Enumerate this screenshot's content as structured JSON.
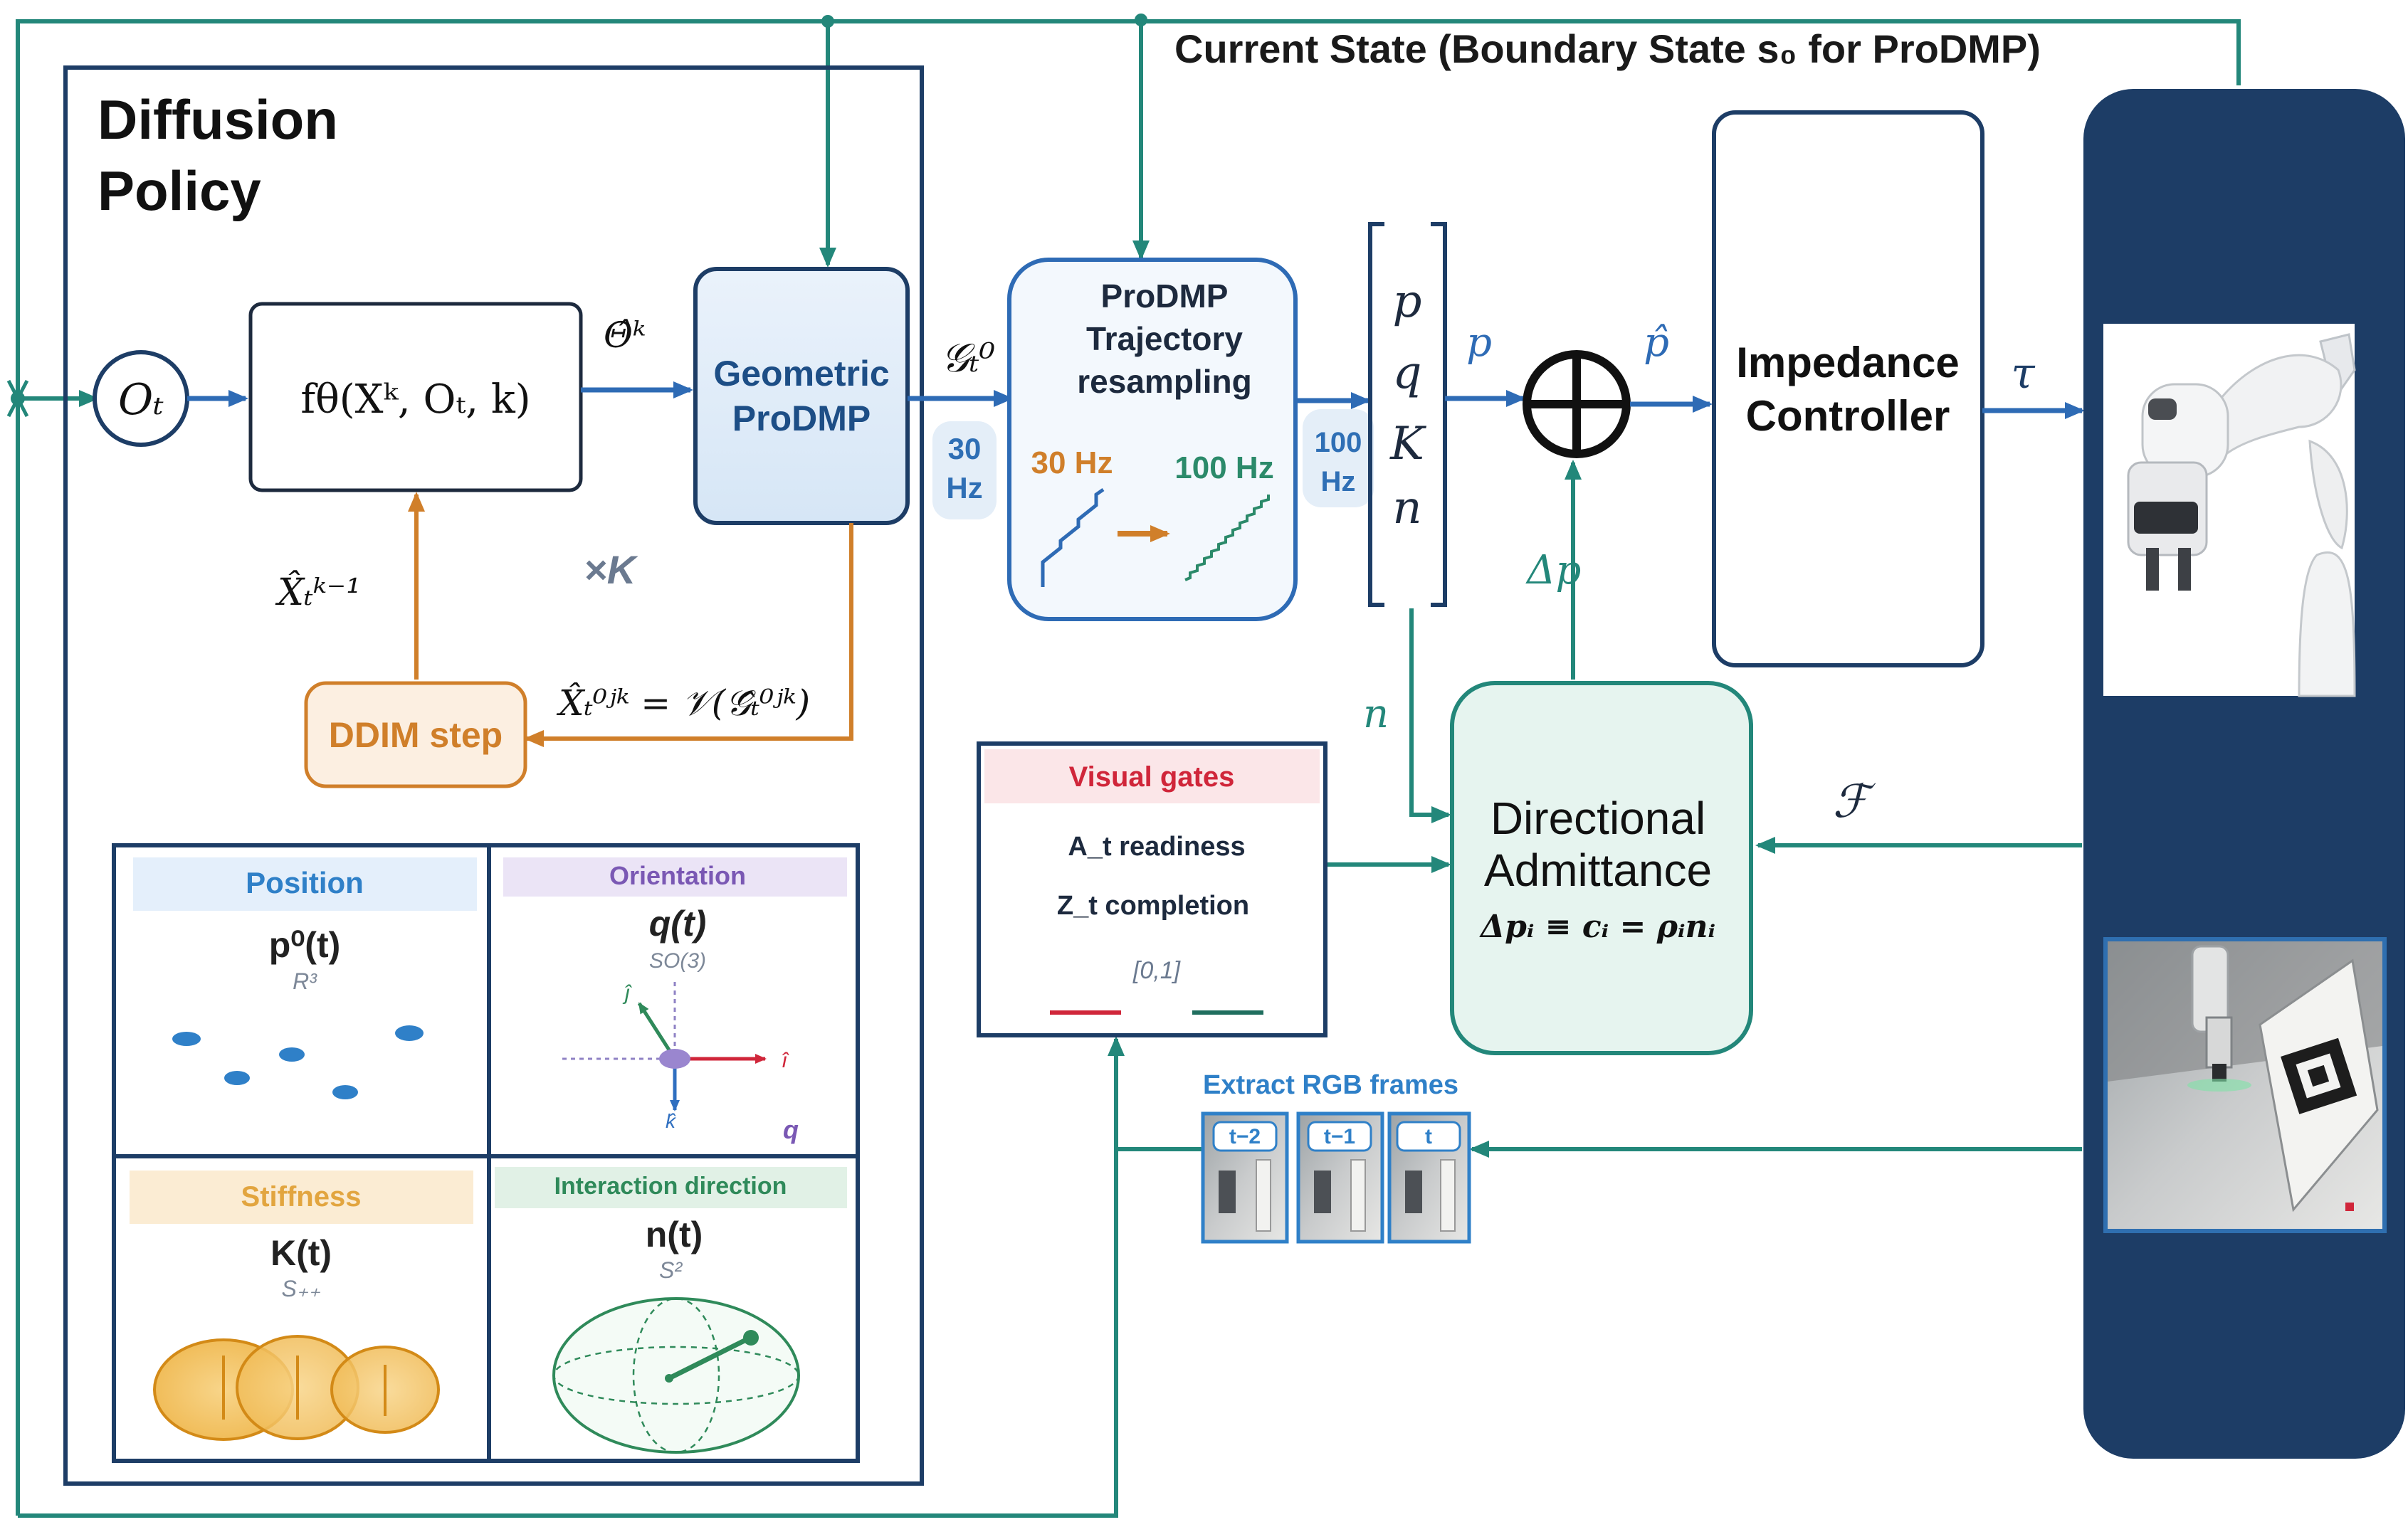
{
  "colors": {
    "teal": "#23877a",
    "blue": "#2e6bb5",
    "orange": "#d07f2a",
    "navy": "#1d3d66",
    "dark": "#1d2a3e",
    "red": "#d0263a",
    "pos_blue": "#2f80c8",
    "ori_purple": "#7a58b4",
    "stiff_orange": "#e2a53f",
    "inter_green": "#2f8a5a"
  },
  "title": "Current State (Boundary State s₀ for ProDMP)",
  "diffusion": {
    "heading_line1": "Diffusion",
    "heading_line2": "Policy",
    "obs": "Oₜ",
    "network": "fθ(Xᵏ, Oₜ, k)",
    "theta_hat": "Θ̂ᵏ",
    "geo_line1": "Geometric",
    "geo_line2": "ProDMP",
    "x_prev": "X̂ₜᵏ⁻¹",
    "times_k": "×K",
    "ddim": "DDIM step",
    "x_eq": "X̂ₜ⁰ʲᵏ = 𝒱(𝒢̂ₜ⁰ʲᵏ)"
  },
  "panels": {
    "position": {
      "title": "Position",
      "symbol": "p⁰(t)",
      "space": "R³"
    },
    "orientation": {
      "title": "Orientation",
      "symbol": "q(t)",
      "space": "SO(3)",
      "axis_j": "ĵ",
      "axis_i": "î",
      "axis_k": "k̂",
      "q_label": "q"
    },
    "stiffness": {
      "title": "Stiffness",
      "symbol": "K(t)",
      "space": "S₊₊"
    },
    "interaction": {
      "title": "Interaction direction",
      "symbol": "n(t)",
      "space": "S²"
    }
  },
  "signals": {
    "g_label": "𝒢ₜ⁰",
    "rate_30": "30\nHz",
    "rate_30_a": "30",
    "rate_30_b": "Hz",
    "rate_100_a": "100",
    "rate_100_b": "Hz",
    "resample_line1": "ProDMP",
    "resample_line2": "Trajectory",
    "resample_line3": "resampling",
    "hz30": "30 Hz",
    "hz100": "100 Hz",
    "vec_p": "p",
    "vec_q": "q",
    "vec_K": "K",
    "vec_n": "n",
    "p_out": "p",
    "p_hat": "p̂",
    "delta_p": "Δp",
    "n_out": "n",
    "tau": "𝜏",
    "force": "ℱ"
  },
  "controller": {
    "line1": "Impedance",
    "line2": "Controller"
  },
  "admittance": {
    "line1": "Directional",
    "line2": "Admittance",
    "equation": "Δpᵢ ≡ cᵢ = ρᵢnᵢ"
  },
  "gates": {
    "title": "Visual gates",
    "readiness": "A_t  readiness",
    "completion": "Z_t  completion",
    "range": "[0,1]"
  },
  "frames": {
    "title": "Extract RGB frames",
    "labels": [
      "t−2",
      "t−1",
      "t"
    ]
  }
}
